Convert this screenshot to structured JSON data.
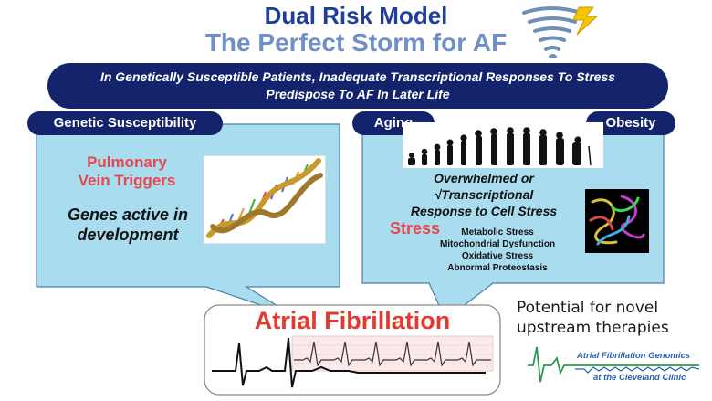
{
  "header": {
    "title": "Dual Risk Model",
    "subtitle": "The Perfect Storm for AF"
  },
  "banner": {
    "line1": "In Genetically Susceptible Patients, Inadequate Transcriptional Responses To Stress",
    "line2": "Predispose To AF In Later Life"
  },
  "left_panel": {
    "label": "Genetic Susceptibility",
    "red_line1": "Pulmonary",
    "red_line2": "Vein Triggers",
    "dark_line1": "Genes active in",
    "dark_line2": "development"
  },
  "right_panel": {
    "label_left": "Aging",
    "label_right": "Obesity",
    "overwhelmed1": "Overwhelmed or",
    "overwhelmed2": "√Transcriptional",
    "overwhelmed3": "Response to Cell Stress",
    "stress_label": "Stress",
    "stress_items": [
      "Metabolic Stress",
      "Mitochondrial Dysfunction",
      "Oxidative Stress",
      "Abnormal Proteostasis"
    ]
  },
  "outcome": {
    "label": "Atrial Fibrillation"
  },
  "side_note": {
    "line1": "Potential for novel",
    "line2": "upstream therapies"
  },
  "logo": {
    "line1": "Atrial Fibrillation Genomics",
    "line2": "at the Cleveland Clinic"
  },
  "colors": {
    "navy": "#14246c",
    "title_blue": "#1f3f9a",
    "subtitle_blue": "#6f8fc9",
    "bubble_fill": "#a9dcef",
    "red": "#e8474a",
    "ecg_red": "#e13a2e",
    "logo_green": "#2a9a4a",
    "logo_blue": "#2a5fb0"
  },
  "icons": [
    "storm-icon",
    "lightning-icon",
    "dna-image",
    "aging-silhouettes-image",
    "protein-image",
    "ecg-trace",
    "logo-ecg-icon"
  ]
}
